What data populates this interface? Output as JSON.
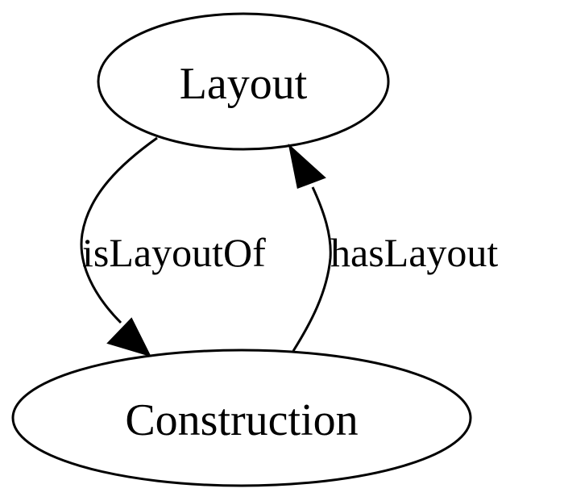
{
  "nodes": {
    "layout": {
      "label": "Layout"
    },
    "construction": {
      "label": "Construction"
    }
  },
  "edges": {
    "is_layout_of": {
      "label": "isLayoutOf",
      "from": "Layout",
      "to": "Construction"
    },
    "has_layout": {
      "label": "hasLayout",
      "from": "Construction",
      "to": "Layout"
    }
  },
  "colors": {
    "stroke": "#000000",
    "background": "#ffffff"
  }
}
